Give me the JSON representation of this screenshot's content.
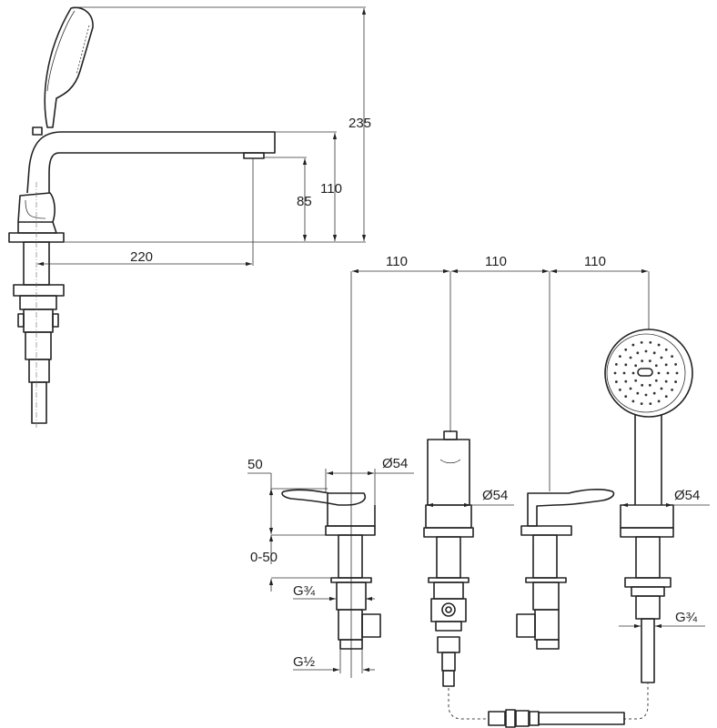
{
  "side_view": {
    "dimensions": {
      "total_height": "235",
      "spout_height": "110",
      "outlet_height": "85",
      "spout_reach": "220"
    }
  },
  "front_view": {
    "spacing": [
      "110",
      "110",
      "110"
    ],
    "lever_height": "50",
    "deck_thickness": "0-50",
    "diameters": [
      "Ø54",
      "Ø54",
      "Ø54"
    ],
    "thread_valve_inlet": "G¾",
    "thread_valve_outlet": "G½",
    "thread_shower": "G¾"
  }
}
